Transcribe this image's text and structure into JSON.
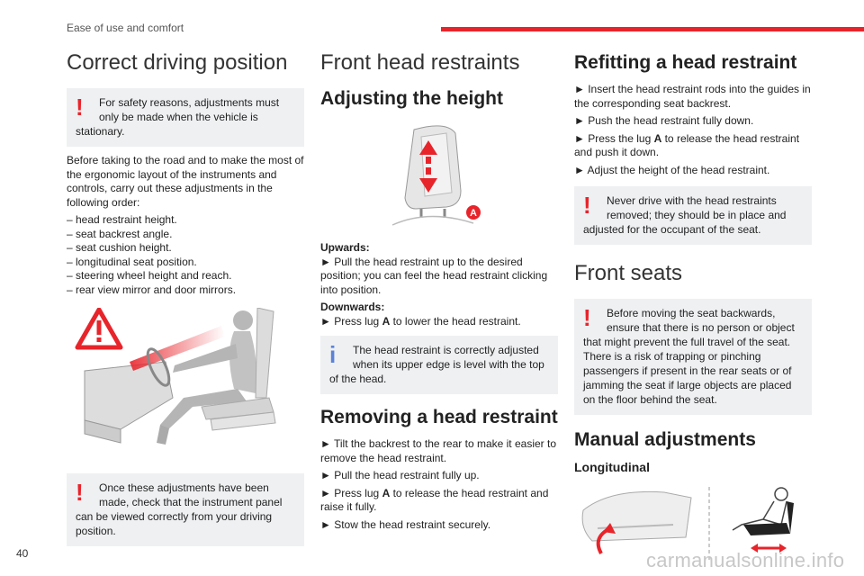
{
  "header": {
    "section": "Ease of use and comfort"
  },
  "page_number": "40",
  "watermark": "carmanualsonline.info",
  "col1": {
    "title": "Correct driving position",
    "warning1": "For safety reasons, adjustments must only be made when the vehicle is stationary.",
    "intro": "Before taking to the road and to make the most of the ergonomic layout of the instruments and controls, carry out these adjustments in the following order:",
    "steps": [
      "– head restraint height.",
      "– seat backrest angle.",
      "– seat cushion height.",
      "– longitudinal seat position.",
      "– steering wheel height and reach.",
      "– rear view mirror and door mirrors."
    ],
    "warning2": "Once these adjustments have been made, check that the instrument panel can be viewed correctly from your driving position."
  },
  "col2": {
    "title": "Front head restraints",
    "sub_adjust": "Adjusting the height",
    "fig_label": "A",
    "upwards_label": "Upwards:",
    "upwards_text": "► Pull the head restraint up to the desired position; you can feel the head restraint clicking into position.",
    "downwards_label": "Downwards:",
    "downwards_pre": "► Press lug ",
    "downwards_lug": "A",
    "downwards_post": " to lower the head restraint.",
    "info": "The head restraint is correctly adjusted when its upper edge is level with the top of the head.",
    "sub_remove": "Removing a head restraint",
    "remove_1": "► Tilt the backrest to the rear to make it easier to remove the head restraint.",
    "remove_2": "► Pull the head restraint fully up.",
    "remove_3_pre": "► Press lug ",
    "remove_3_lug": "A",
    "remove_3_post": " to release the head restraint and raise it fully.",
    "remove_4": "► Stow the head restraint securely."
  },
  "col3": {
    "title_refit": "Refitting a head restraint",
    "refit_1": "► Insert the head restraint rods into the guides in the corresponding seat backrest.",
    "refit_2": "► Push the head restraint fully down.",
    "refit_3_pre": "► Press the lug ",
    "refit_3_lug": "A",
    "refit_3_post": " to release the head restraint and push it down.",
    "refit_4": "► Adjust the height of the head restraint.",
    "warning_refit": "Never drive with the head restraints removed; they should be in place and adjusted for the occupant of the seat.",
    "title_seats": "Front seats",
    "warning_seats": "Before moving the seat backwards, ensure that there is no person or object that might prevent the full travel of the seat. There is a risk of trapping or pinching passengers if present in the rear seats or of jamming the seat if large objects are placed on the floor behind the seat.",
    "sub_manual": "Manual adjustments",
    "sub_longitudinal": "Longitudinal"
  },
  "colors": {
    "accent_red": "#e8242b",
    "info_blue": "#5b82d6",
    "box_bg": "#eef0f2"
  }
}
